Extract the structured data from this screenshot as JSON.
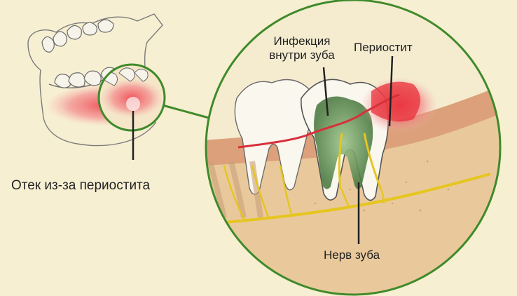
{
  "labels": {
    "infection_line1": "Инфекция",
    "infection_line2": "внутри зуба",
    "periostitis": "Периостит",
    "edema": "Отек из-за периостита",
    "nerve": "Нерв зуба"
  },
  "colors": {
    "background": "#f7efd2",
    "circle_stroke": "#3f8a2a",
    "inflammation": "#e8303a",
    "infection": "#7fa86a",
    "nerve": "#e6c520",
    "gum": "#d98a6a"
  }
}
